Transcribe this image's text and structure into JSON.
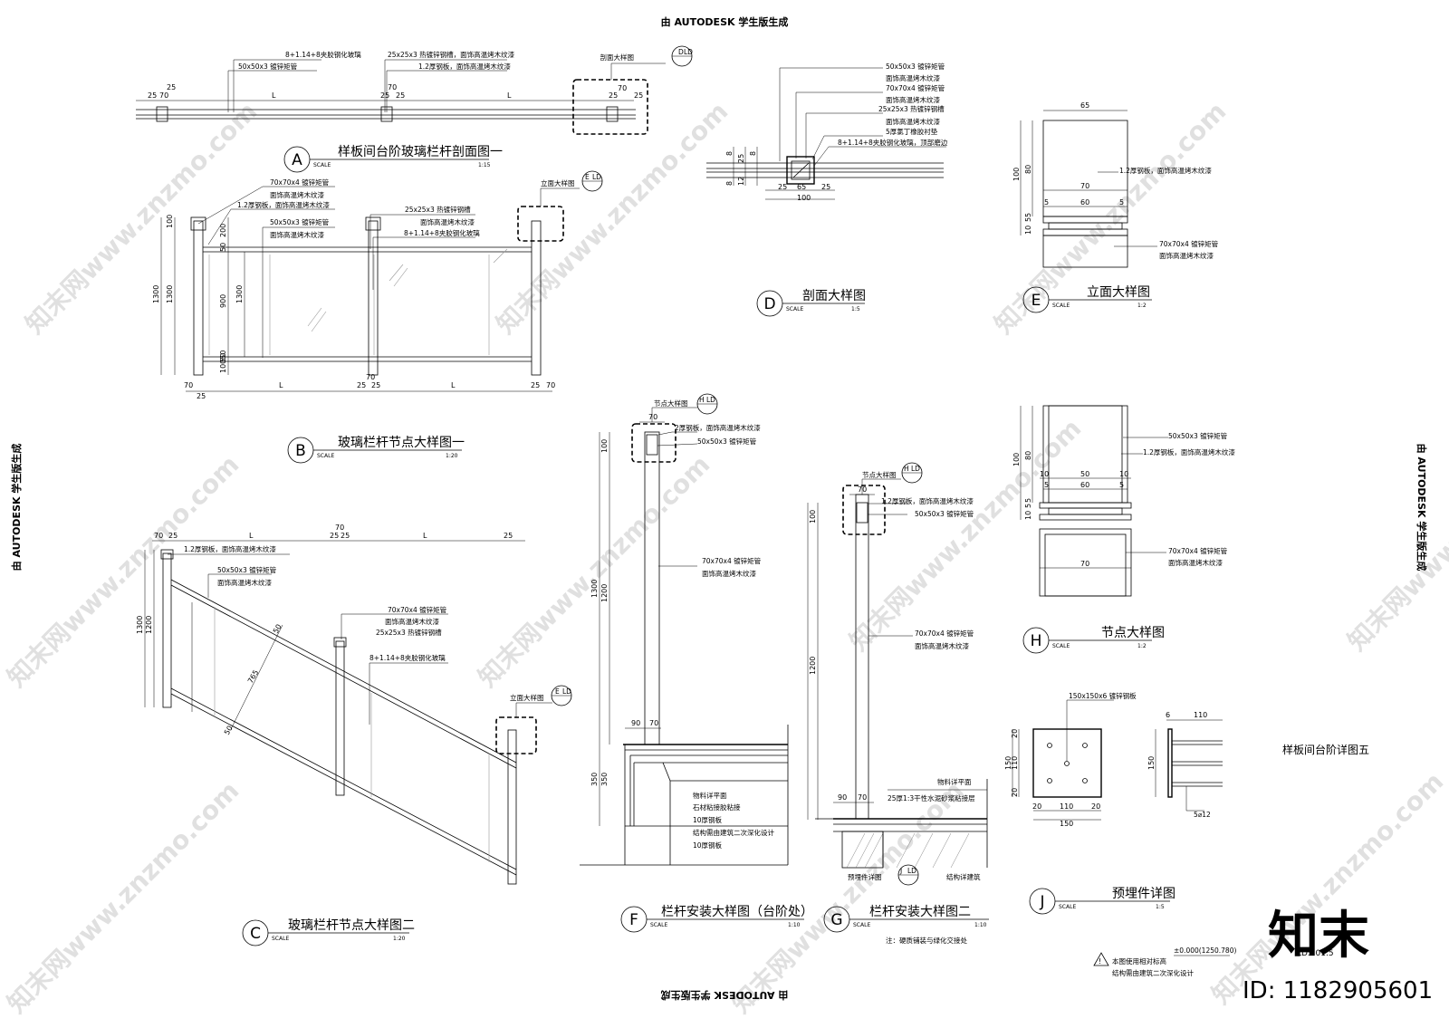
{
  "watermark_header": "由 AUTODESK 学生版生成",
  "watermark_site": "知末网www.znzmo.com",
  "brand_logo_text": "知末",
  "image_id": "ID: 1182905601",
  "drawing_no": "LD5.01.5",
  "sheet_title": "样板间台阶详图五",
  "note_elevation": "±0.000(1250.780)",
  "note_line1": "本图使用相对标高",
  "note_line2": "结构需由建筑二次深化设计",
  "views": {
    "A": {
      "letter": "A",
      "title": "样板间台阶玻璃栏杆剖面图一",
      "scale_word": "SCALE",
      "scale": "1:15",
      "labels": [
        "8+1.14+8夹胶钢化玻璃",
        "50x50x3 镀锌矩管",
        "25x25x3 热镀锌钢槽，面饰高温烤木纹漆",
        "1.2厚钢板，面饰高温烤木纹漆",
        "剖面大样图"
      ],
      "tag_letter": "D",
      "tag_sheet": "LD",
      "dims": [
        "25",
        "70",
        "25",
        "L",
        "25",
        "70",
        "25",
        "L",
        "70",
        "25",
        "25"
      ]
    },
    "B": {
      "letter": "B",
      "title": "玻璃栏杆节点大样图一",
      "scale_word": "SCALE",
      "scale": "1:20",
      "labels": [
        "70x70x4 镀锌矩管",
        "面饰高温烤木纹漆",
        "1.2厚钢板，面饰高温烤木纹漆",
        "50x50x3 镀锌矩管",
        "面饰高温烤木纹漆",
        "25x25x3 热镀锌钢槽",
        "面饰高温烤木纹漆",
        "8+1.14+8夹胶钢化玻璃",
        "立面大样图"
      ],
      "tag_letter": "E",
      "tag_sheet": "LD",
      "dims": [
        "100",
        "1300",
        "1300",
        "200",
        "50",
        "900",
        "1300",
        "50",
        "10050",
        "70",
        "25",
        "L",
        "25",
        "25",
        "L",
        "25",
        "70",
        "70"
      ]
    },
    "C": {
      "letter": "C",
      "title": "玻璃栏杆节点大样图二",
      "scale_word": "SCALE",
      "scale": "1:20",
      "labels": [
        "1.2厚钢板，面饰高温烤木纹漆",
        "50x50x3 镀锌矩管",
        "面饰高温烤木纹漆",
        "70x70x4 镀锌矩管",
        "面饰高温烤木纹漆",
        "25x25x3 热镀锌钢槽",
        "8+1.14+8夹胶钢化玻璃",
        "立面大样图"
      ],
      "tag_letter": "E",
      "tag_sheet": "LD",
      "dims": [
        "70",
        "25",
        "L",
        "25",
        "25",
        "70",
        "L",
        "25",
        "1300",
        "1200",
        "50",
        "765",
        "50"
      ]
    },
    "D": {
      "letter": "D",
      "title": "剖面大样图",
      "scale_word": "SCALE",
      "scale": "1:5",
      "labels": [
        "50x50x3 镀锌矩管",
        "面饰高温烤木纹漆",
        "70x70x4 镀锌矩管",
        "面饰高温烤木纹漆",
        "25x25x3 热镀锌钢槽",
        "面饰高温烤木纹漆",
        "5厚氯丁橡胶衬垫",
        "8+1.14+8夹胶钢化玻璃，顶部磨边"
      ],
      "dims": [
        "25",
        "65",
        "25",
        "100",
        "8",
        "8",
        "25",
        "12",
        "8"
      ]
    },
    "E": {
      "letter": "E",
      "title": "立面大样图",
      "scale_word": "SCALE",
      "scale": "1:2",
      "labels": [
        "1.2厚钢板，面饰高温烤木纹漆",
        "70x70x4 镀锌矩管",
        "面饰高温烤木纹漆"
      ],
      "dims": [
        "65",
        "100",
        "80",
        "70",
        "5",
        "60",
        "5",
        "10",
        "5",
        "5"
      ]
    },
    "F": {
      "letter": "F",
      "title": "栏杆安装大样图（台阶处）",
      "scale_word": "SCALE",
      "scale": "1:10",
      "labels": [
        "节点大样图",
        "2厚钢板，面饰高温烤木纹漆",
        "50x50x3 镀锌矩管",
        "70x70x4 镀锌矩管",
        "面饰高温烤木纹漆",
        "物料详平面",
        "石材粘接胶粘接",
        "10厚钢板",
        "结构需由建筑二次深化设计",
        "10厚钢板"
      ],
      "tag_letter": "H",
      "tag_sheet": "LD",
      "dims": [
        "70",
        "100",
        "1300",
        "1200",
        "90",
        "70",
        "350",
        "350"
      ]
    },
    "G": {
      "letter": "G",
      "title": "栏杆安装大样图二",
      "scale_word": "SCALE",
      "scale": "1:10",
      "note": "注：硬质铺装与绿化交接处",
      "labels": [
        "节点大样图",
        "1.2厚钢板，面饰高温烤木纹漆",
        "50x50x3 镀锌矩管",
        "70x70x4 镀锌矩管",
        "面饰高温烤木纹漆",
        "物料详平面",
        "25厚1:3干性水泥砂浆粘接层",
        "预埋件详图",
        "结构详建筑"
      ],
      "tag_letter": "H",
      "tag_sheet": "LD",
      "tag2_letter": "J",
      "tag2_sheet": "LD",
      "dims": [
        "70",
        "100",
        "1200",
        "90",
        "70"
      ]
    },
    "H": {
      "letter": "H",
      "title": "节点大样图",
      "scale_word": "SCALE",
      "scale": "1:2",
      "labels": [
        "50x50x3 镀锌矩管",
        "1.2厚钢板，面饰高温烤木纹漆",
        "70x70x4 镀锌矩管",
        "面饰高温烤木纹漆"
      ],
      "dims": [
        "100",
        "80",
        "10",
        "50",
        "10",
        "5",
        "60",
        "5",
        "10",
        "5",
        "5",
        "70"
      ]
    },
    "J": {
      "letter": "J",
      "title": "预埋件详图",
      "scale_word": "SCALE",
      "scale": "1:5",
      "labels": [
        "150x150x6 镀锌钢板",
        "5⌀12"
      ],
      "dims": [
        "20",
        "110",
        "20",
        "150",
        "20",
        "110",
        "20",
        "150",
        "6",
        "110",
        "150"
      ]
    }
  }
}
